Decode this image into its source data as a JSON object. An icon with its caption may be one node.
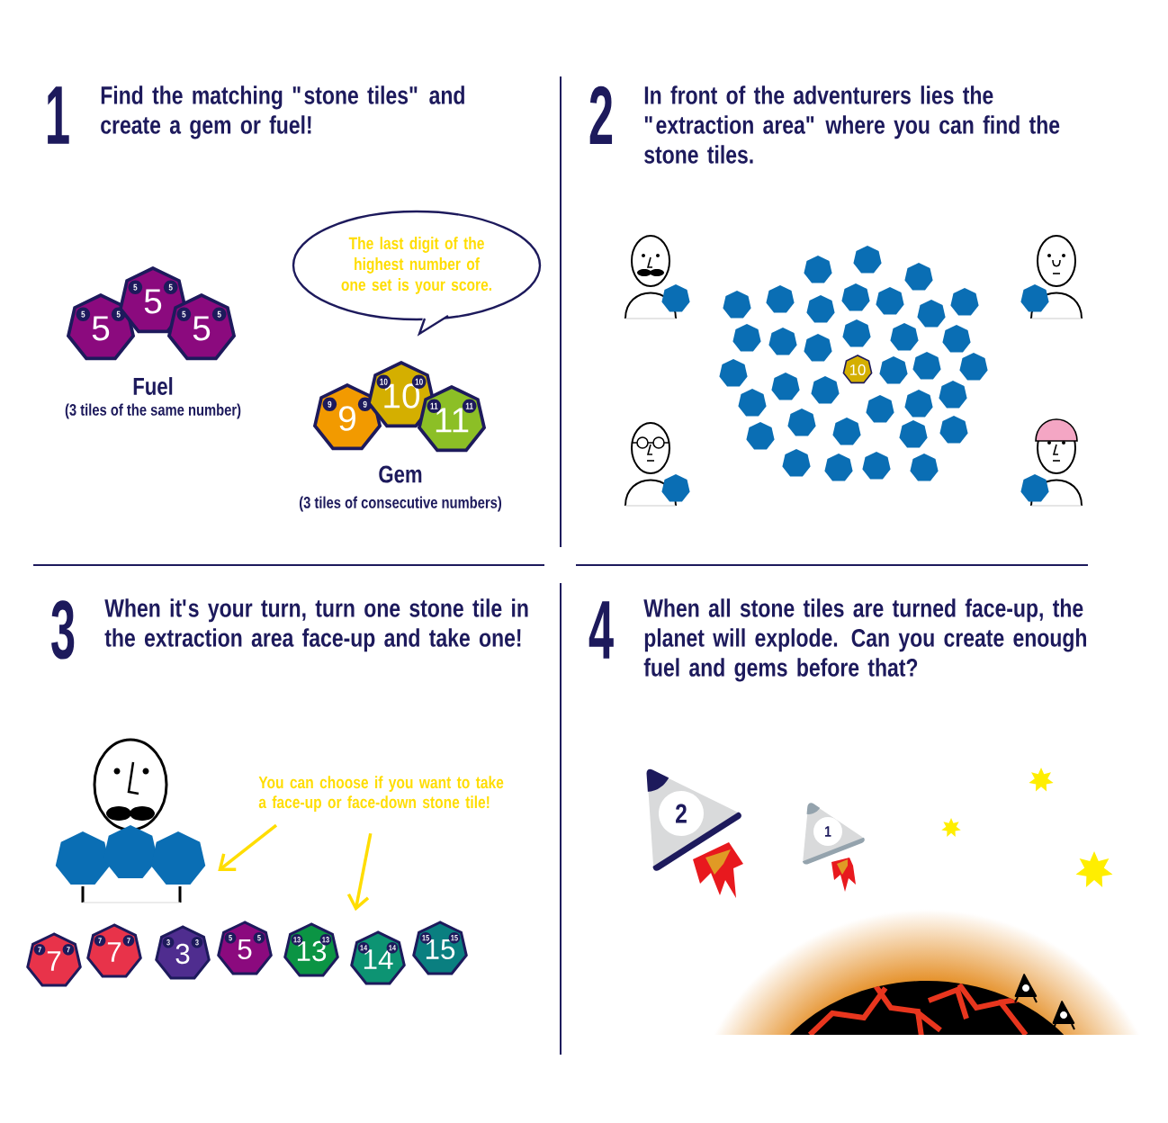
{
  "diagram": {
    "nodes": [
      {
        "text": [
          "The last digit of the highest number of one set is your score."
        ]
      },
      {
        "text": [
          "5",
          "5",
          "5"
        ]
      },
      {
        "text": [
          "5",
          "5",
          "5"
        ]
      },
      {
        "text": [
          "5",
          "5",
          "5"
        ]
      },
      {
        "text": [
          "9",
          "9",
          "9"
        ]
      },
      {
        "text": [
          "10",
          "10",
          "10"
        ]
      },
      {
        "text": [
          "11",
          "11",
          "11"
        ]
      },
      {
        "text": [],
        "shape": "heptagon"
      },
      {
        "text": [],
        "shape": "heptagon"
      },
      {
        "text": [],
        "shape": "heptagon"
      },
      {
        "text": [],
        "shape": "heptagon"
      },
      {
        "text": [],
        "shape": "heptagon"
      },
      {
        "text": [],
        "shape": "heptagon"
      },
      {
        "text": [],
        "shape": "heptagon"
      },
      {
        "text": [],
        "shape": "heptagon"
      },
      {
        "text": [],
        "shape": "heptagon"
      },
      {
        "text": [],
        "shape": "heptagon"
      },
      {
        "text": [],
        "shape": "heptagon"
      },
      {
        "text": [],
        "shape": "heptagon"
      },
      {
        "text": [],
        "shape": "heptagon"
      },
      {
        "text": [],
        "shape": "heptagon"
      },
      {
        "text": [],
        "shape": "heptagon"
      },
      {
        "text": [],
        "shape": "heptagon"
      },
      {
        "text": [],
        "shape": "heptagon"
      },
      {
        "text": [],
        "shape": "heptagon"
      },
      {
        "text": [],
        "shape": "heptagon"
      },
      {
        "text": [],
        "shape": "heptagon"
      },
      {
        "text": [],
        "shape": "heptagon"
      },
      {
        "text": [
          "10"
        ]
      },
      {
        "text": [],
        "shape": "heptagon"
      },
      {
        "text": [],
        "shape": "heptagon"
      },
      {
        "text": [],
        "shape": "heptagon"
      },
      {
        "text": [],
        "shape": "heptagon"
      },
      {
        "text": [],
        "shape": "heptagon"
      },
      {
        "text": [],
        "shape": "heptagon"
      },
      {
        "text": [],
        "shape": "heptagon"
      },
      {
        "text": [],
        "shape": "heptagon"
      },
      {
        "text": [],
        "shape": "heptagon"
      },
      {
        "text": [],
        "shape": "heptagon"
      },
      {
        "text": [],
        "shape": "heptagon"
      },
      {
        "text": [],
        "shape": "heptagon"
      },
      {
        "text": [],
        "shape": "heptagon"
      },
      {
        "text": [],
        "shape": "heptagon"
      },
      {
        "text": [],
        "shape": "heptagon"
      },
      {
        "text": [],
        "shape": "heptagon"
      },
      {
        "text": [],
        "shape": "heptagon"
      },
      {
        "text": [],
        "shape": "heptagon"
      },
      {
        "text": [
          "You can choose if you want to take a face-up or face-down stone tile!"
        ]
      },
      {
        "text": [],
        "shape": "heptagon"
      },
      {
        "text": [],
        "shape": "heptagon"
      },
      {
        "text": [],
        "shape": "heptagon"
      },
      {
        "text": [
          "7",
          "7",
          "7"
        ]
      },
      {
        "text": [
          "7",
          "7",
          "7"
        ]
      },
      {
        "text": [
          "3",
          "3",
          "3"
        ]
      },
      {
        "text": [
          "5",
          "5",
          "5"
        ]
      },
      {
        "text": [
          "13",
          "13",
          "13"
        ]
      },
      {
        "text": [
          "14",
          "14",
          "14"
        ]
      },
      {
        "text": [
          "15",
          "15",
          "15"
        ]
      },
      {
        "text": [
          "2"
        ]
      },
      {
        "text": [
          "1"
        ]
      }
    ],
    "edges": [
      {
        "from": 47,
        "to": 50,
        "arrow": "to"
      },
      {
        "from": 47,
        "to": 56,
        "arrow": "to"
      }
    ],
    "labels": [
      "1",
      "Find the matching \"stone tiles\" and create a gem or fuel!",
      "2",
      "In front of the adventurers lies the \"extraction area\" where you can find the stone tiles.",
      "Fuel",
      "(3 tiles of the same number)",
      "Gem",
      "(3 tiles of consecutive numbers)",
      "3",
      "When it's your turn, turn one stone tile in the extraction area face-up and take one!",
      "4",
      "When all stone tiles are turned face-up, the planet will explode. Can you create enough fuel and gems before that?"
    ]
  }
}
